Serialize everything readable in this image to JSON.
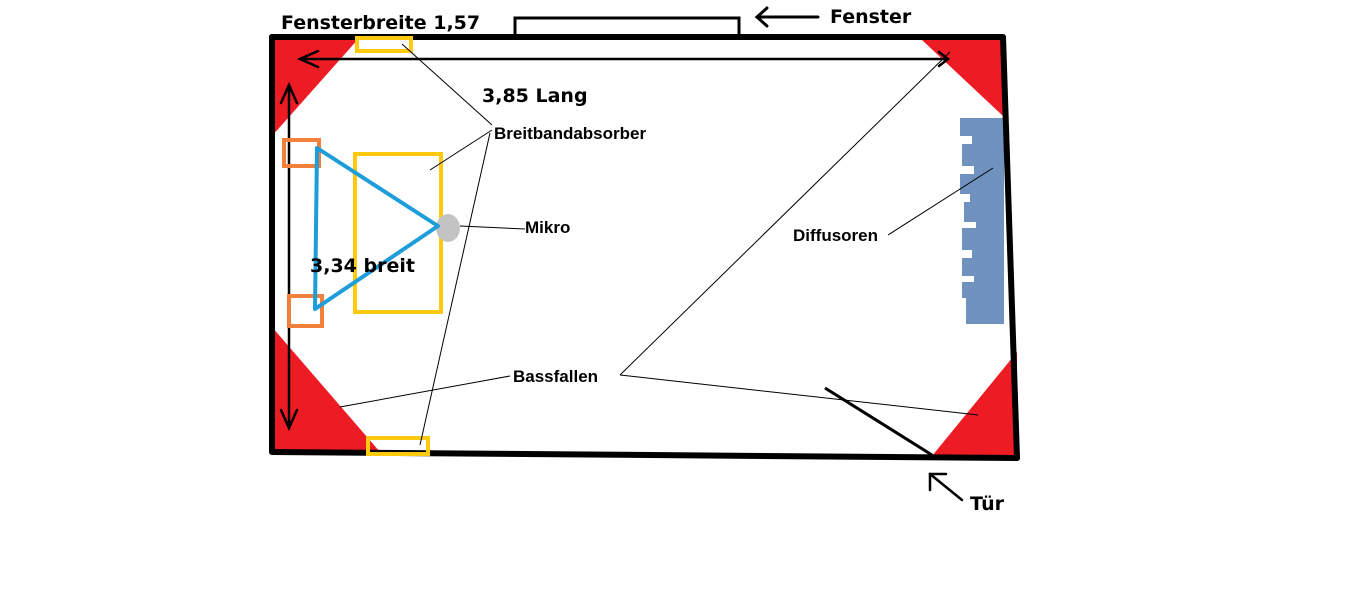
{
  "labels": {
    "fensterbreite": "Fensterbreite 1,57",
    "fenster": "Fenster",
    "laenge": "3,85 Lang",
    "breite": "3,34 breit",
    "breitbandabsorber": "Breitbandabsorber",
    "mikro": "Mikro",
    "diffusoren": "Diffusoren",
    "bassfallen": "Bassfallen",
    "tuer": "Tür"
  },
  "colors": {
    "wall": "#000000",
    "bass_trap": "#ed1c24",
    "absorber": "#ffc90e",
    "speaker": "#f0803c",
    "triangle": "#1e9ddb",
    "microphone": "#c3c3c3",
    "diffuser": "#7092be"
  }
}
